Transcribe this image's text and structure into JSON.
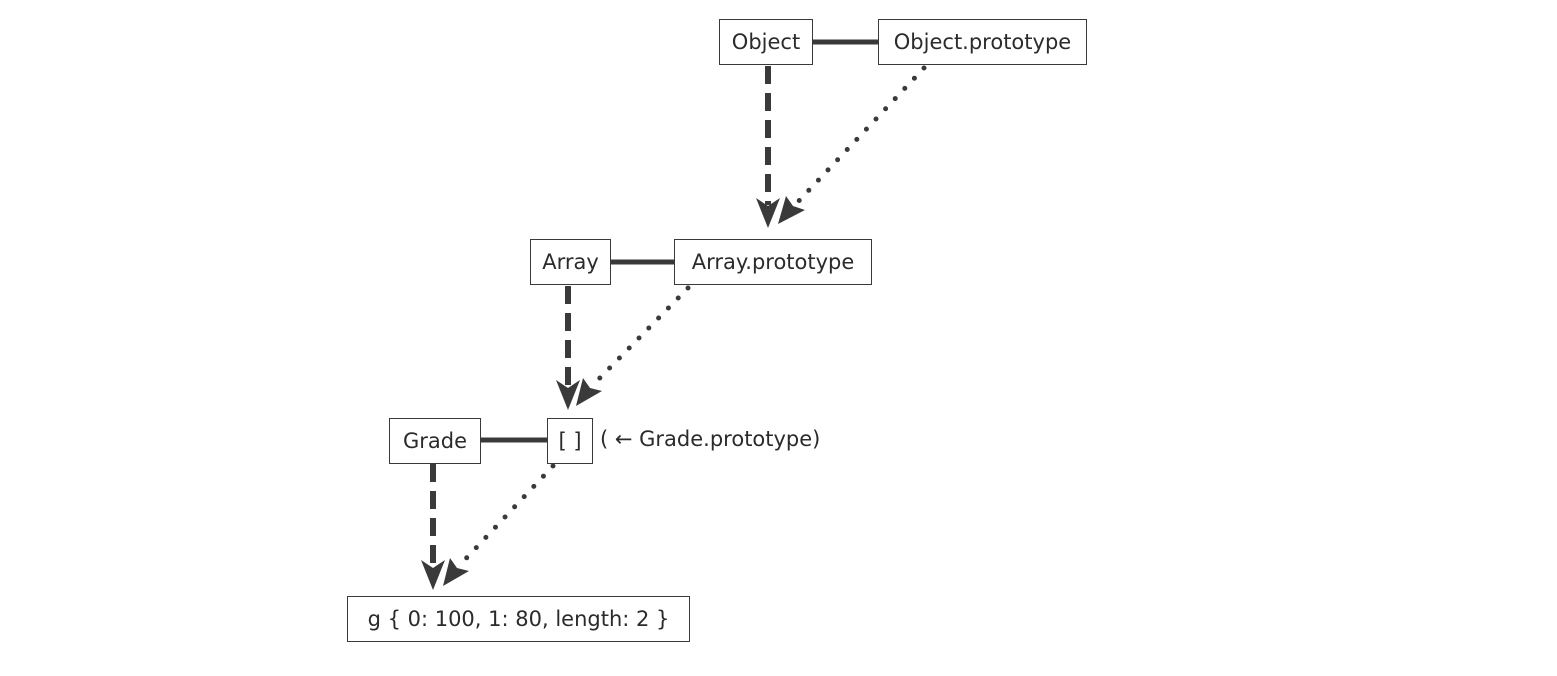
{
  "nodes": {
    "object": "Object",
    "object_prototype": "Object.prototype",
    "array": "Array",
    "array_prototype": "Array.prototype",
    "grade": "Grade",
    "grade_prototype_instance": "[ ]",
    "g_instance": "g { 0: 100, 1: 80, length: 2 }"
  },
  "annotations": {
    "grade_prototype_note": "( ← Grade.prototype)"
  },
  "colors": {
    "line": "#3a3a3a",
    "text": "#2b2b2b"
  }
}
